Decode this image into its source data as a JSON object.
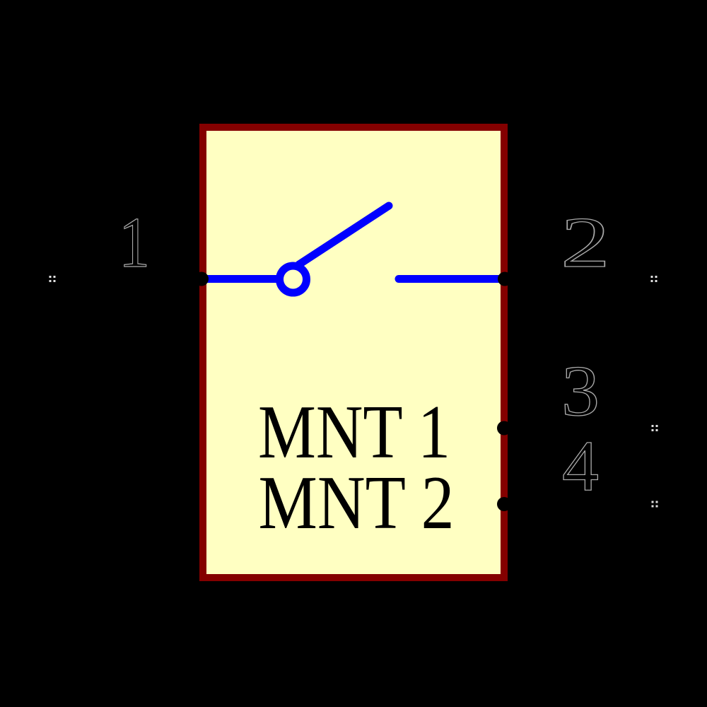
{
  "colors": {
    "background": "#000000",
    "body_fill": "#FFFFC2",
    "body_outline": "#840000",
    "switch_blue": "#0000FF",
    "pin_number_fill": "#000000",
    "pin_number_edge": "#A8A8A8",
    "junction_dot": "#000000",
    "endpoint_marker": "#E0E0E0"
  },
  "symbol": {
    "labels": {
      "line1": "MNT 1",
      "line2": "MNT 2"
    },
    "switch_symbol": "spst-open-switch",
    "pins": [
      {
        "number": "1",
        "side": "left"
      },
      {
        "number": "2",
        "side": "right"
      },
      {
        "number": "3",
        "side": "right"
      },
      {
        "number": "4",
        "side": "right"
      }
    ]
  }
}
